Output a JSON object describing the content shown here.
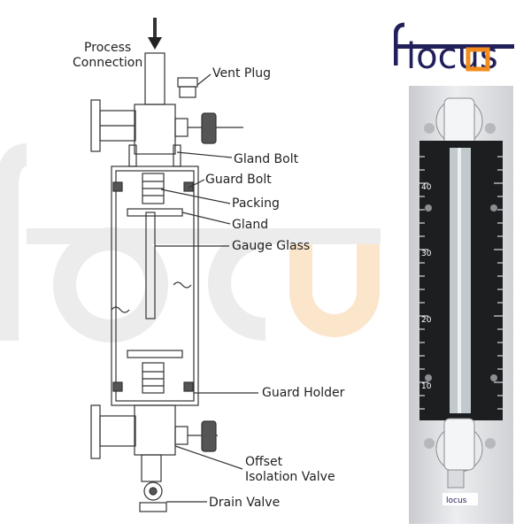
{
  "brand": {
    "logo_text": "locus",
    "small_logo_text": "locus",
    "colors": {
      "navy": "#22205a",
      "orange": "#f28c1c",
      "watermark_gray": "#e4e4e4",
      "watermark_orange": "#fce7cf"
    }
  },
  "labels": {
    "process_connection": [
      "Process",
      "Connection"
    ],
    "vent_plug": "Vent Plug",
    "gland_bolt": "Gland Bolt",
    "guard_bolt": "Guard Bolt",
    "packing": "Packing",
    "gland": "Gland",
    "gauge_glass": "Gauge Glass",
    "guard_holder": "Guard Holder",
    "offset_isolation_valve": [
      "Offset",
      "Isolation Valve"
    ],
    "drain_valve": "Drain Valve"
  },
  "scale": {
    "numbers": [
      "40",
      "30",
      "20",
      "10"
    ]
  }
}
